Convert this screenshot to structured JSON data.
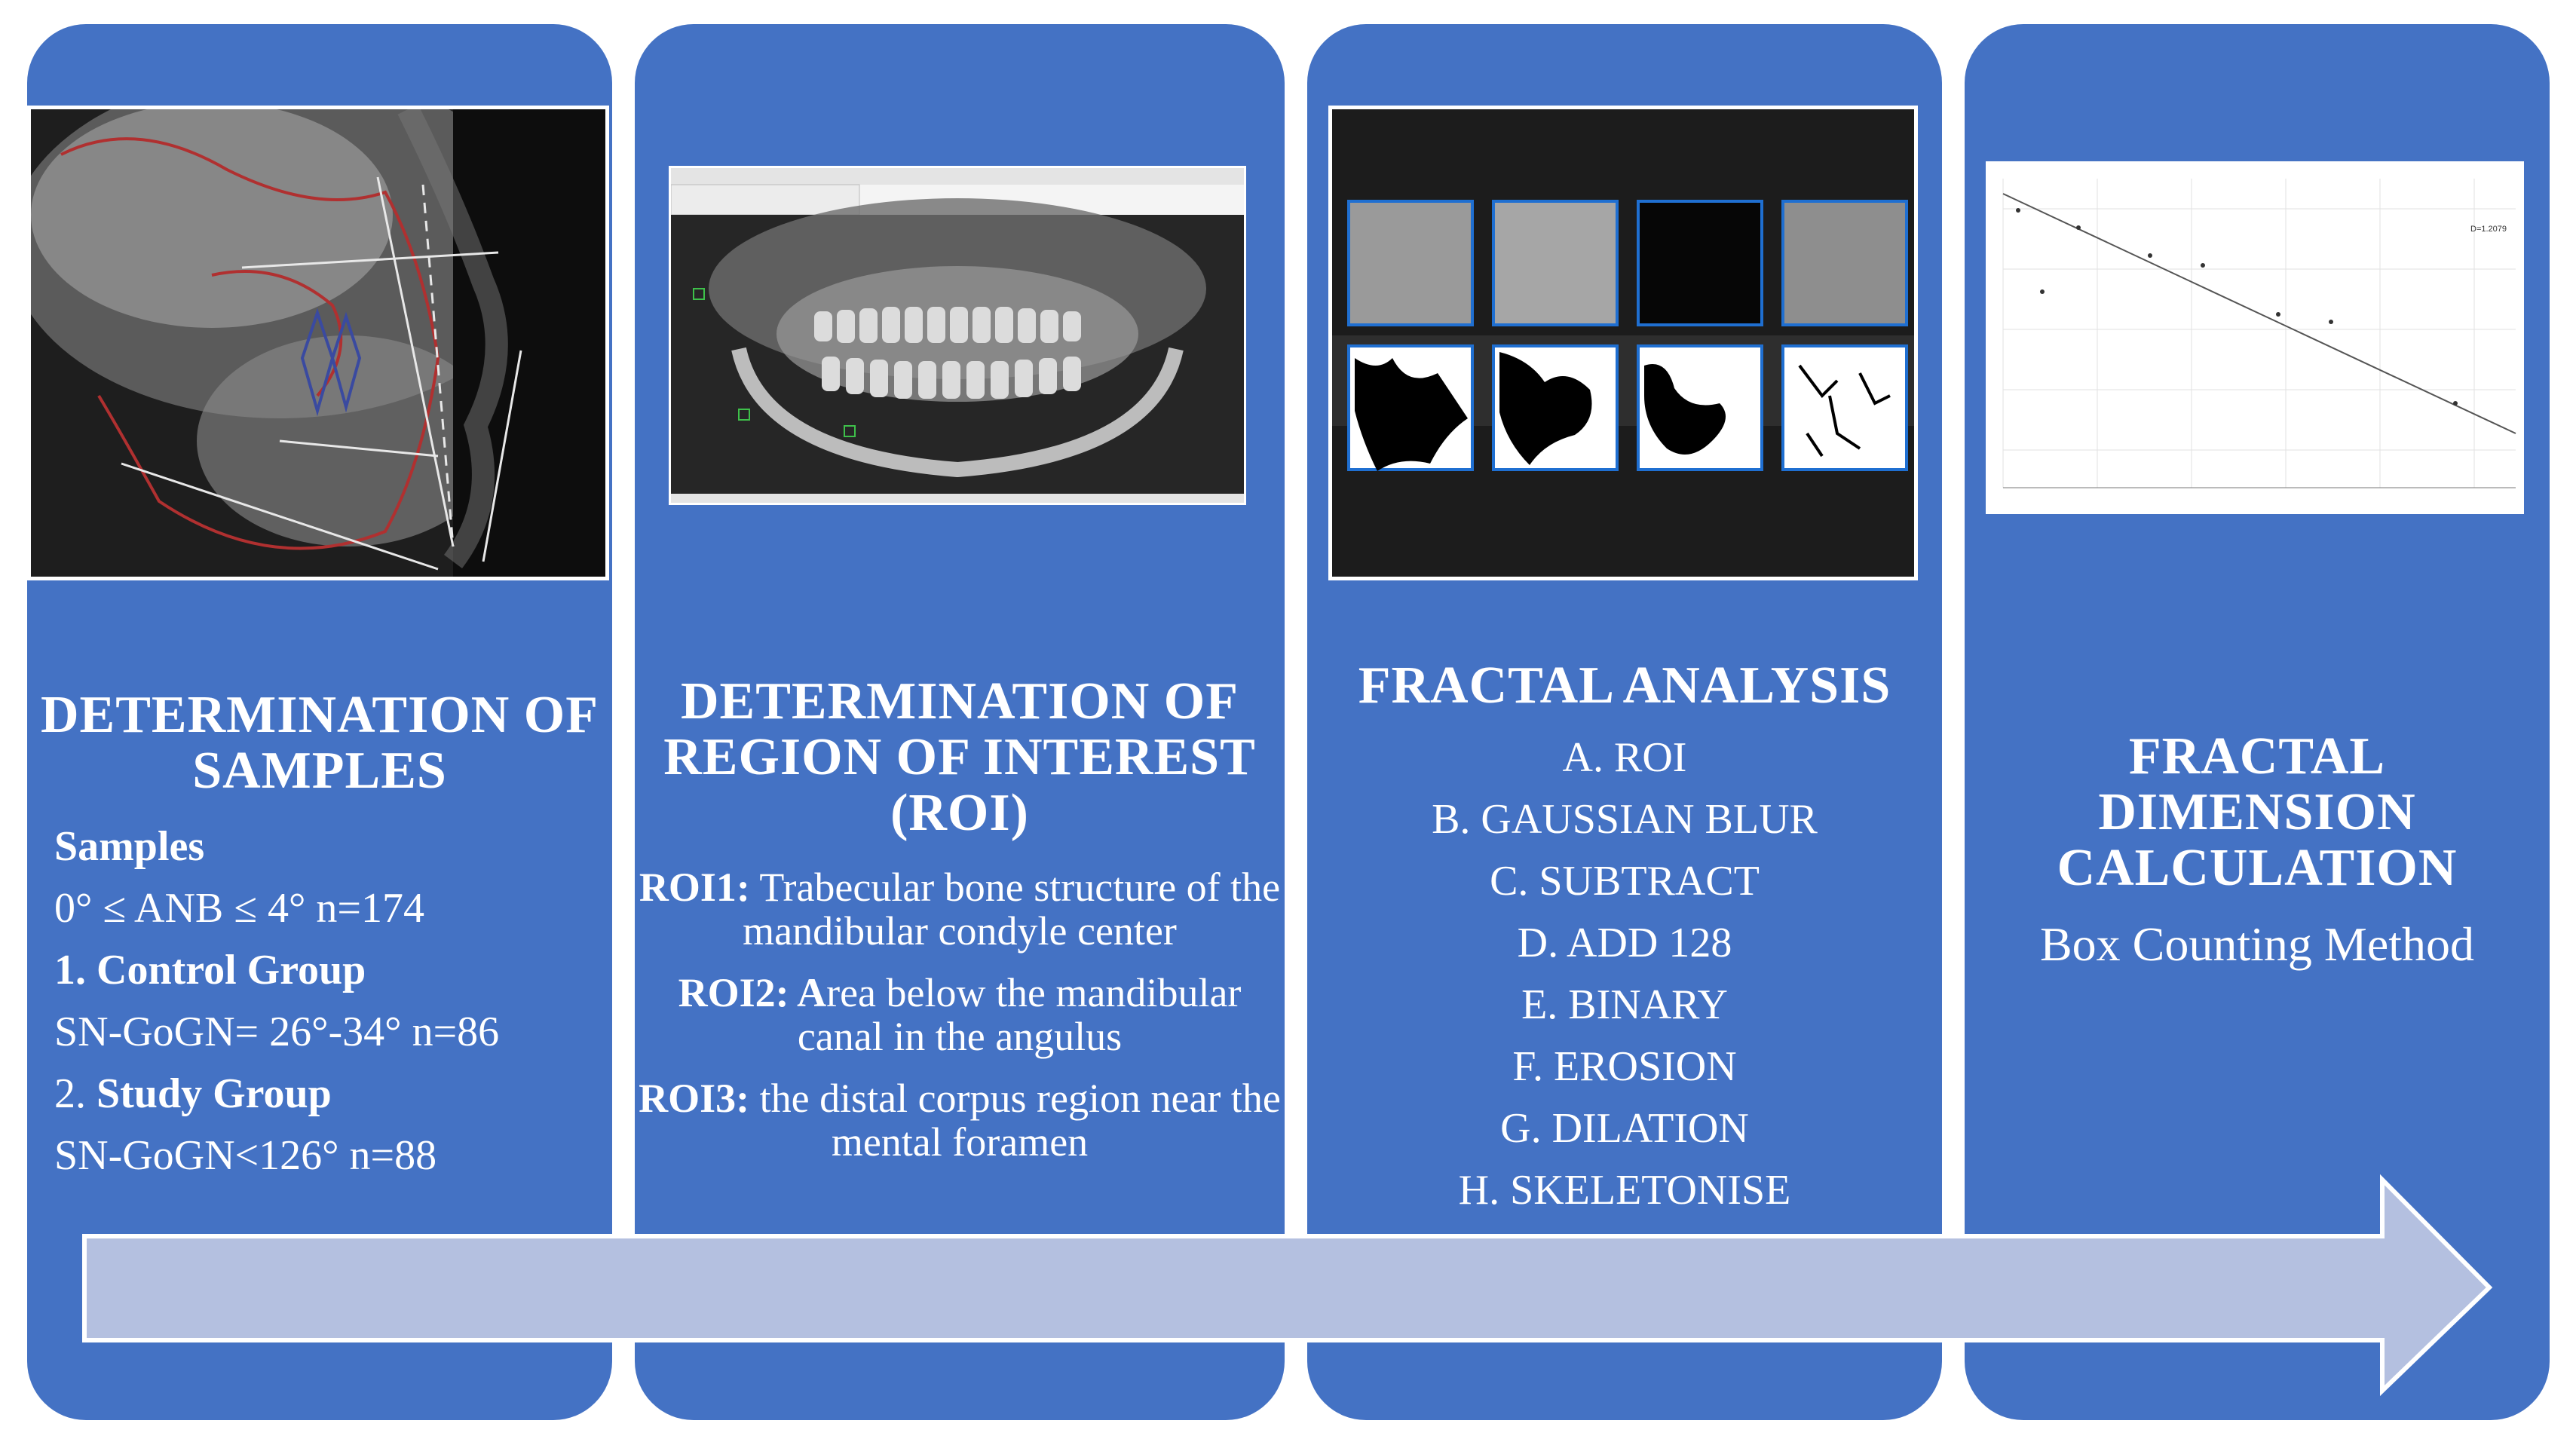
{
  "panels": [
    {
      "title": "DETERMINATION OF SAMPLES",
      "lines": {
        "l1": "Samples",
        "l2": "0° ≤ ANB ≤ 4°  n=174",
        "l3": "1. Control Group",
        "l4": "SN-GoGN= 26°-34° n=86",
        "l5_num": "2. ",
        "l5_bold": "Study Group",
        "l6": "SN-GoGN<126° n=88"
      }
    },
    {
      "title": "DETERMINATION OF REGION OF INTEREST (ROI)",
      "roi1_label": "ROI1:",
      "roi1_text": " Trabecular bone structure of the mandibular condyle center",
      "roi2_label": "ROI2: A",
      "roi2_text": "rea below the mandibular canal in the angulus",
      "roi3_label": "ROI3:",
      "roi3_text": " the distal corpus region near the mental foramen"
    },
    {
      "title": "FRACTAL ANALYSIS",
      "steps": [
        "A. ROI",
        "B. GAUSSIAN BLUR",
        "C. SUBTRACT",
        "D. ADD 128",
        "E. BINARY",
        "F. EROSION",
        "G. DILATION",
        "H. SKELETONISE"
      ]
    },
    {
      "title": "FRACTAL DIMENSION CALCULATION",
      "method": "Box Counting Method",
      "plot_label": "D=1.2079"
    }
  ],
  "colors": {
    "panel": "#4472C4",
    "arrow_fill": "#B4C0E0",
    "text": "#ffffff"
  }
}
